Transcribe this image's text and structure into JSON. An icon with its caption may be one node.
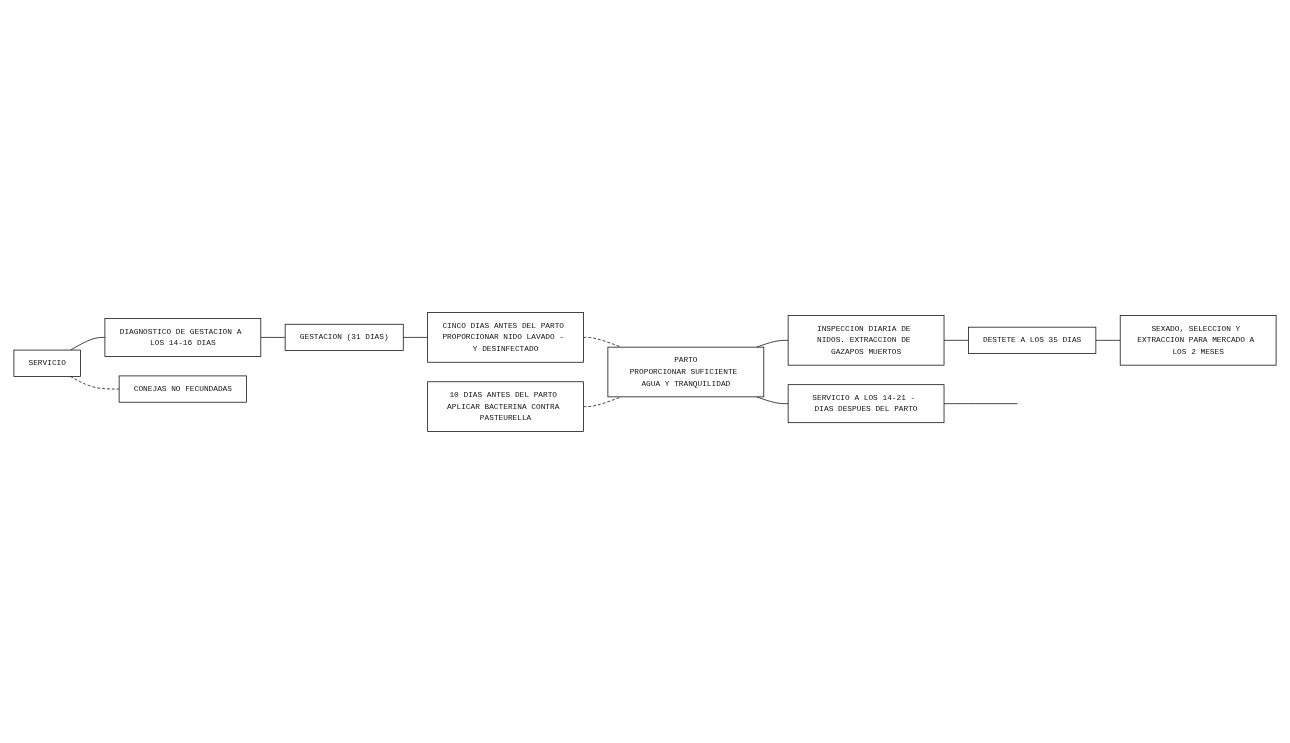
{
  "diagram": {
    "nodes": [
      {
        "text": [
          "SERVICIO"
        ]
      },
      {
        "text": [
          "DIAGNOSTICO DE GESTACION A LOS 14-16 DIAS"
        ]
      },
      {
        "text": [
          "GESTACION (31 DIAS)"
        ]
      },
      {
        "text": [
          "CINCO DIAS ANTES DEL PARTO PROPORCIONAR NIDO LAVADO - Y DESINFECTADO"
        ]
      },
      {
        "text": [
          "CONEJAS NO FECUNDADAS"
        ]
      },
      {
        "text": [
          "10 DIAS ANTES DEL PARTO APLICAR BACTERINA CONTRA PASTEURELLA"
        ]
      },
      {
        "text": [
          "SERVICIO A LOS 14-21 - DIAS DESPUES DEL PARTO"
        ]
      },
      {
        "text": [
          "PARTO",
          "PROPORCIONAR SUFICIENTE AGUA Y TRANQUILIDAD"
        ]
      },
      {
        "text": [
          "INSPECCION DIARIA DE NIDOS. EXTRACCION DE GAZAPOS MUERTOS"
        ]
      },
      {
        "text": [
          "DESTETE A LOS 35 DIAS"
        ]
      },
      {
        "text": [
          "SEXADO, SELECCION Y EXTRACCION PARA MERCADO A LOS 2 MESES"
        ]
      }
    ],
    "edges": [
      {
        "from": 0,
        "to": 1,
        "arrow": "none"
      },
      {
        "from": 1,
        "to": 2,
        "arrow": "none"
      },
      {
        "from": 2,
        "to": 3,
        "arrow": "none"
      },
      {
        "from": 0,
        "to": 4,
        "arrow": "none",
        "style": "dashed"
      },
      {
        "from": 3,
        "to": 7,
        "arrow": "none",
        "style": "dashed"
      },
      {
        "from": 5,
        "to": 7,
        "arrow": "none",
        "style": "dashed"
      },
      {
        "from": 7,
        "to": 6,
        "arrow": "none"
      },
      {
        "from": 6,
        "to": null,
        "arrow": "none"
      },
      {
        "from": 7,
        "to": 8,
        "arrow": "none"
      },
      {
        "from": 8,
        "to": 9,
        "arrow": "none"
      },
      {
        "from": 9,
        "to": 10,
        "arrow": "none"
      }
    ]
  }
}
